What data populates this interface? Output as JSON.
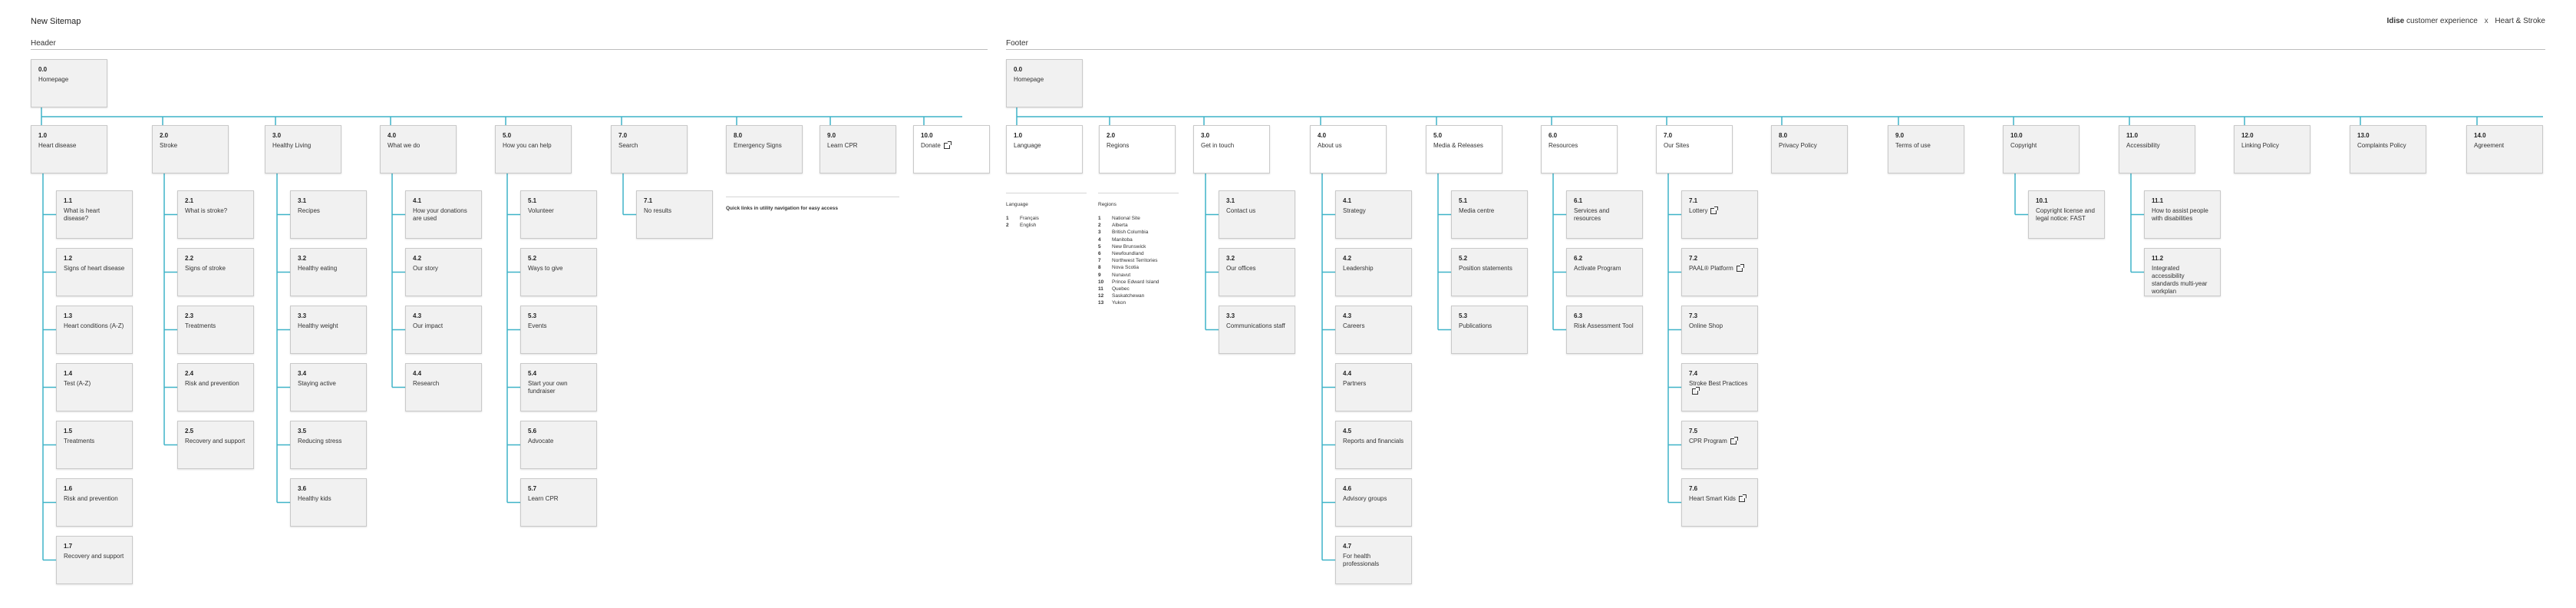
{
  "page_title": "New Sitemap",
  "brand": {
    "company": "Idise",
    "tagline": "customer experience",
    "separator": "x",
    "client": "Heart & Stroke"
  },
  "header_title": "Header",
  "footer_title": "Footer",
  "header_note": "Quick links in utility navigation for easy access",
  "wire_color": "#3fb3c8",
  "header": {
    "root": {
      "num": "0.0",
      "label": "Homepage"
    },
    "sections": [
      {
        "num": "1.0",
        "label": "Heart disease",
        "children": [
          {
            "num": "1.1",
            "label": "What is heart disease?"
          },
          {
            "num": "1.2",
            "label": "Signs of heart disease"
          },
          {
            "num": "1.3",
            "label": "Heart conditions (A-Z)"
          },
          {
            "num": "1.4",
            "label": "Test (A-Z)"
          },
          {
            "num": "1.5",
            "label": "Treatments"
          },
          {
            "num": "1.6",
            "label": "Risk and prevention"
          },
          {
            "num": "1.7",
            "label": "Recovery and support"
          }
        ]
      },
      {
        "num": "2.0",
        "label": "Stroke",
        "children": [
          {
            "num": "2.1",
            "label": "What is stroke?"
          },
          {
            "num": "2.2",
            "label": "Signs of stroke"
          },
          {
            "num": "2.3",
            "label": "Treatments"
          },
          {
            "num": "2.4",
            "label": "Risk and prevention"
          },
          {
            "num": "2.5",
            "label": "Recovery and support"
          }
        ]
      },
      {
        "num": "3.0",
        "label": "Healthy Living",
        "children": [
          {
            "num": "3.1",
            "label": "Recipes"
          },
          {
            "num": "3.2",
            "label": "Healthy eating"
          },
          {
            "num": "3.3",
            "label": "Healthy weight"
          },
          {
            "num": "3.4",
            "label": "Staying active"
          },
          {
            "num": "3.5",
            "label": "Reducing stress"
          },
          {
            "num": "3.6",
            "label": "Healthy kids"
          }
        ]
      },
      {
        "num": "4.0",
        "label": "What we do",
        "children": [
          {
            "num": "4.1",
            "label": "How your donations are used"
          },
          {
            "num": "4.2",
            "label": "Our story"
          },
          {
            "num": "4.3",
            "label": "Our impact"
          },
          {
            "num": "4.4",
            "label": "Research"
          }
        ]
      },
      {
        "num": "5.0",
        "label": "How you can help",
        "children": [
          {
            "num": "5.1",
            "label": "Volunteer"
          },
          {
            "num": "5.2",
            "label": "Ways to give"
          },
          {
            "num": "5.3",
            "label": "Events"
          },
          {
            "num": "5.4",
            "label": "Start your own fundraiser"
          },
          {
            "num": "5.6",
            "label": "Advocate"
          },
          {
            "num": "5.7",
            "label": "Learn CPR"
          }
        ]
      },
      {
        "num": "7.0",
        "label": "Search",
        "children": [
          {
            "num": "7.1",
            "label": "No results"
          }
        ]
      },
      {
        "num": "8.0",
        "label": "Emergency Signs",
        "children": []
      },
      {
        "num": "9.0",
        "label": "Learn CPR",
        "children": []
      },
      {
        "num": "10.0",
        "label": "Donate",
        "external": true,
        "white": true,
        "children": []
      }
    ]
  },
  "footer": {
    "root": {
      "num": "0.0",
      "label": "Homepage"
    },
    "sections": [
      {
        "num": "1.0",
        "label": "Language",
        "white": true,
        "children": []
      },
      {
        "num": "2.0",
        "label": "Regions",
        "white": true,
        "children": []
      },
      {
        "num": "3.0",
        "label": "Get in touch",
        "white": true,
        "children": [
          {
            "num": "3.1",
            "label": "Contact us"
          },
          {
            "num": "3.2",
            "label": "Our offices"
          },
          {
            "num": "3.3",
            "label": "Communications staff"
          }
        ]
      },
      {
        "num": "4.0",
        "label": "About us",
        "white": true,
        "children": [
          {
            "num": "4.1",
            "label": "Strategy"
          },
          {
            "num": "4.2",
            "label": "Leadership"
          },
          {
            "num": "4.3",
            "label": "Careers"
          },
          {
            "num": "4.4",
            "label": "Partners"
          },
          {
            "num": "4.5",
            "label": "Reports and financials"
          },
          {
            "num": "4.6",
            "label": "Advisory groups"
          },
          {
            "num": "4.7",
            "label": "For health professionals"
          }
        ]
      },
      {
        "num": "5.0",
        "label": "Media & Releases",
        "white": true,
        "children": [
          {
            "num": "5.1",
            "label": "Media centre"
          },
          {
            "num": "5.2",
            "label": "Position statements"
          },
          {
            "num": "5.3",
            "label": "Publications"
          }
        ]
      },
      {
        "num": "6.0",
        "label": "Resources",
        "white": true,
        "children": [
          {
            "num": "6.1",
            "label": "Services and resources"
          },
          {
            "num": "6.2",
            "label": "Activate Program"
          },
          {
            "num": "6.3",
            "label": "Risk Assessment Tool"
          }
        ]
      },
      {
        "num": "7.0",
        "label": "Our Sites",
        "white": true,
        "children": [
          {
            "num": "7.1",
            "label": "Lottery",
            "external": true
          },
          {
            "num": "7.2",
            "label": "PAAL® Platform",
            "external": true
          },
          {
            "num": "7.3",
            "label": "Online Shop"
          },
          {
            "num": "7.4",
            "label": "Stroke Best Practices",
            "external": true
          },
          {
            "num": "7.5",
            "label": "CPR Program",
            "external": true
          },
          {
            "num": "7.6",
            "label": "Heart Smart Kids",
            "external": true
          }
        ]
      },
      {
        "num": "8.0",
        "label": "Privacy Policy",
        "children": []
      },
      {
        "num": "9.0",
        "label": "Terms of use",
        "children": []
      },
      {
        "num": "10.0",
        "label": "Copyright",
        "children": [
          {
            "num": "10.1",
            "label": "Copyright license and legal notice: FAST"
          }
        ]
      },
      {
        "num": "11.0",
        "label": "Accessibility",
        "children": [
          {
            "num": "11.1",
            "label": "How to assist people with disabilities"
          },
          {
            "num": "11.2",
            "label": "Integrated accessibility standards multi-year workplan"
          }
        ]
      },
      {
        "num": "12.0",
        "label": "Linking Policy",
        "children": []
      },
      {
        "num": "13.0",
        "label": "Complaints Policy",
        "children": []
      },
      {
        "num": "14.0",
        "label": "Agreement",
        "children": []
      }
    ]
  },
  "language_list": {
    "heading": "Language",
    "items": [
      {
        "n": "1",
        "label": "Français"
      },
      {
        "n": "2",
        "label": "English"
      }
    ]
  },
  "region_list": {
    "heading": "Regions",
    "items": [
      {
        "n": "1",
        "label": "National Site"
      },
      {
        "n": "2",
        "label": "Alberta"
      },
      {
        "n": "3",
        "label": "British Columbia"
      },
      {
        "n": "4",
        "label": "Manitoba"
      },
      {
        "n": "5",
        "label": "New Brunswick"
      },
      {
        "n": "6",
        "label": "Newfoundland"
      },
      {
        "n": "7",
        "label": "Northwest Territories"
      },
      {
        "n": "8",
        "label": "Nova Scotia"
      },
      {
        "n": "9",
        "label": "Nunavut"
      },
      {
        "n": "10",
        "label": "Prince Edward Island"
      },
      {
        "n": "11",
        "label": "Quebec"
      },
      {
        "n": "12",
        "label": "Saskatchewan"
      },
      {
        "n": "13",
        "label": "Yukon"
      }
    ]
  }
}
